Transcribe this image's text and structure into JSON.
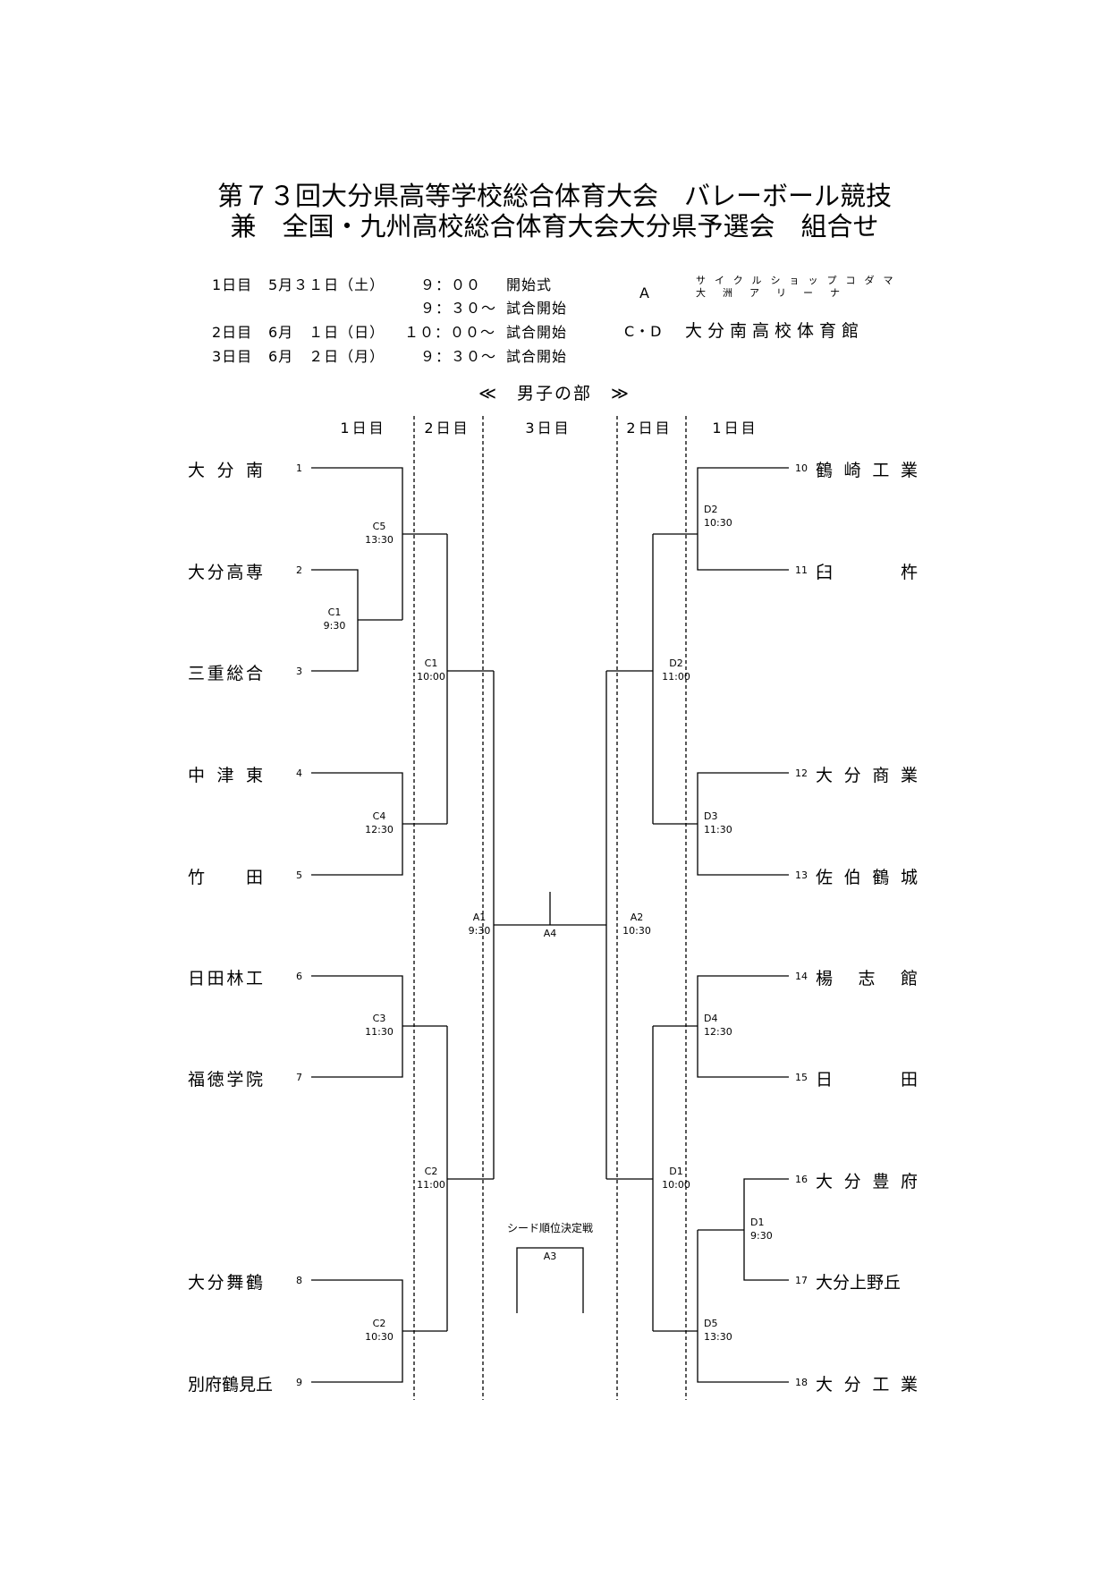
{
  "title": {
    "line1": "第７３回大分県高等学校総合体育大会　バレーボール競技",
    "line2": "兼　全国・九州高校総合体育大会大分県予選会　組合せ"
  },
  "schedule": [
    {
      "day": "1日目",
      "date": "5月３１日（土）",
      "time": "９：００",
      "event": "開始式"
    },
    {
      "day": "",
      "date": "",
      "time": "９：３０～",
      "event": "試合開始"
    },
    {
      "day": "2日目",
      "date": "6月　１日（日）",
      "time": "１０：００～",
      "event": "試合開始"
    },
    {
      "day": "3日目",
      "date": "6月　２日（月）",
      "time": "９：３０～",
      "event": "試合開始"
    }
  ],
  "venues": {
    "a_code": "A",
    "a_name_line1": "サイクルショップコダマ",
    "a_name_line2": "大洲アリーナ",
    "cd_code": "C・D",
    "cd_name": "大分南高校体育館"
  },
  "section_title": "≪　男子の部　≫",
  "day_headers": [
    "1日目",
    "2日目",
    "3日目",
    "2日目",
    "1日目"
  ],
  "teams_left": [
    {
      "num": "1",
      "name": "大分南"
    },
    {
      "num": "2",
      "name": "大分高専"
    },
    {
      "num": "3",
      "name": "三重総合"
    },
    {
      "num": "4",
      "name": "中津東"
    },
    {
      "num": "5",
      "name": "竹田"
    },
    {
      "num": "6",
      "name": "日田林工"
    },
    {
      "num": "7",
      "name": "福徳学院"
    },
    {
      "num": "8",
      "name": "大分舞鶴"
    },
    {
      "num": "9",
      "name": "別府鶴見丘"
    }
  ],
  "teams_right": [
    {
      "num": "10",
      "name": "鶴崎工業"
    },
    {
      "num": "11",
      "name": "臼杵"
    },
    {
      "num": "12",
      "name": "大分商業"
    },
    {
      "num": "13",
      "name": "佐伯鶴城"
    },
    {
      "num": "14",
      "name": "楊志館"
    },
    {
      "num": "15",
      "name": "日田"
    },
    {
      "num": "16",
      "name": "大分豊府"
    },
    {
      "num": "17",
      "name": "大分上野丘"
    },
    {
      "num": "18",
      "name": "大分工業"
    }
  ],
  "matches": {
    "c5": {
      "court": "C5",
      "time": "13:30"
    },
    "c1_day1": {
      "court": "C1",
      "time": "9:30"
    },
    "c4": {
      "court": "C4",
      "time": "12:30"
    },
    "c3": {
      "court": "C3",
      "time": "11:30"
    },
    "c2_day1": {
      "court": "C2",
      "time": "10:30"
    },
    "c1_day2": {
      "court": "C1",
      "time": "10:00"
    },
    "c2_day2": {
      "court": "C2",
      "time": "11:00"
    },
    "a1": {
      "court": "A1",
      "time": "9:30"
    },
    "a2": {
      "court": "A2",
      "time": "10:30"
    },
    "a4": {
      "court": "A4"
    },
    "a3": {
      "court": "A3"
    },
    "d2_day1": {
      "court": "D2",
      "time": "10:30"
    },
    "d3": {
      "court": "D3",
      "time": "11:30"
    },
    "d4": {
      "court": "D4",
      "time": "12:30"
    },
    "d1_day1": {
      "court": "D1",
      "time": "9:30"
    },
    "d5": {
      "court": "D5",
      "time": "13:30"
    },
    "d2_day2": {
      "court": "D2",
      "time": "11:00"
    },
    "d1_day2": {
      "court": "D1",
      "time": "10:00"
    }
  },
  "seed_match_label": "シード順位決定戦"
}
